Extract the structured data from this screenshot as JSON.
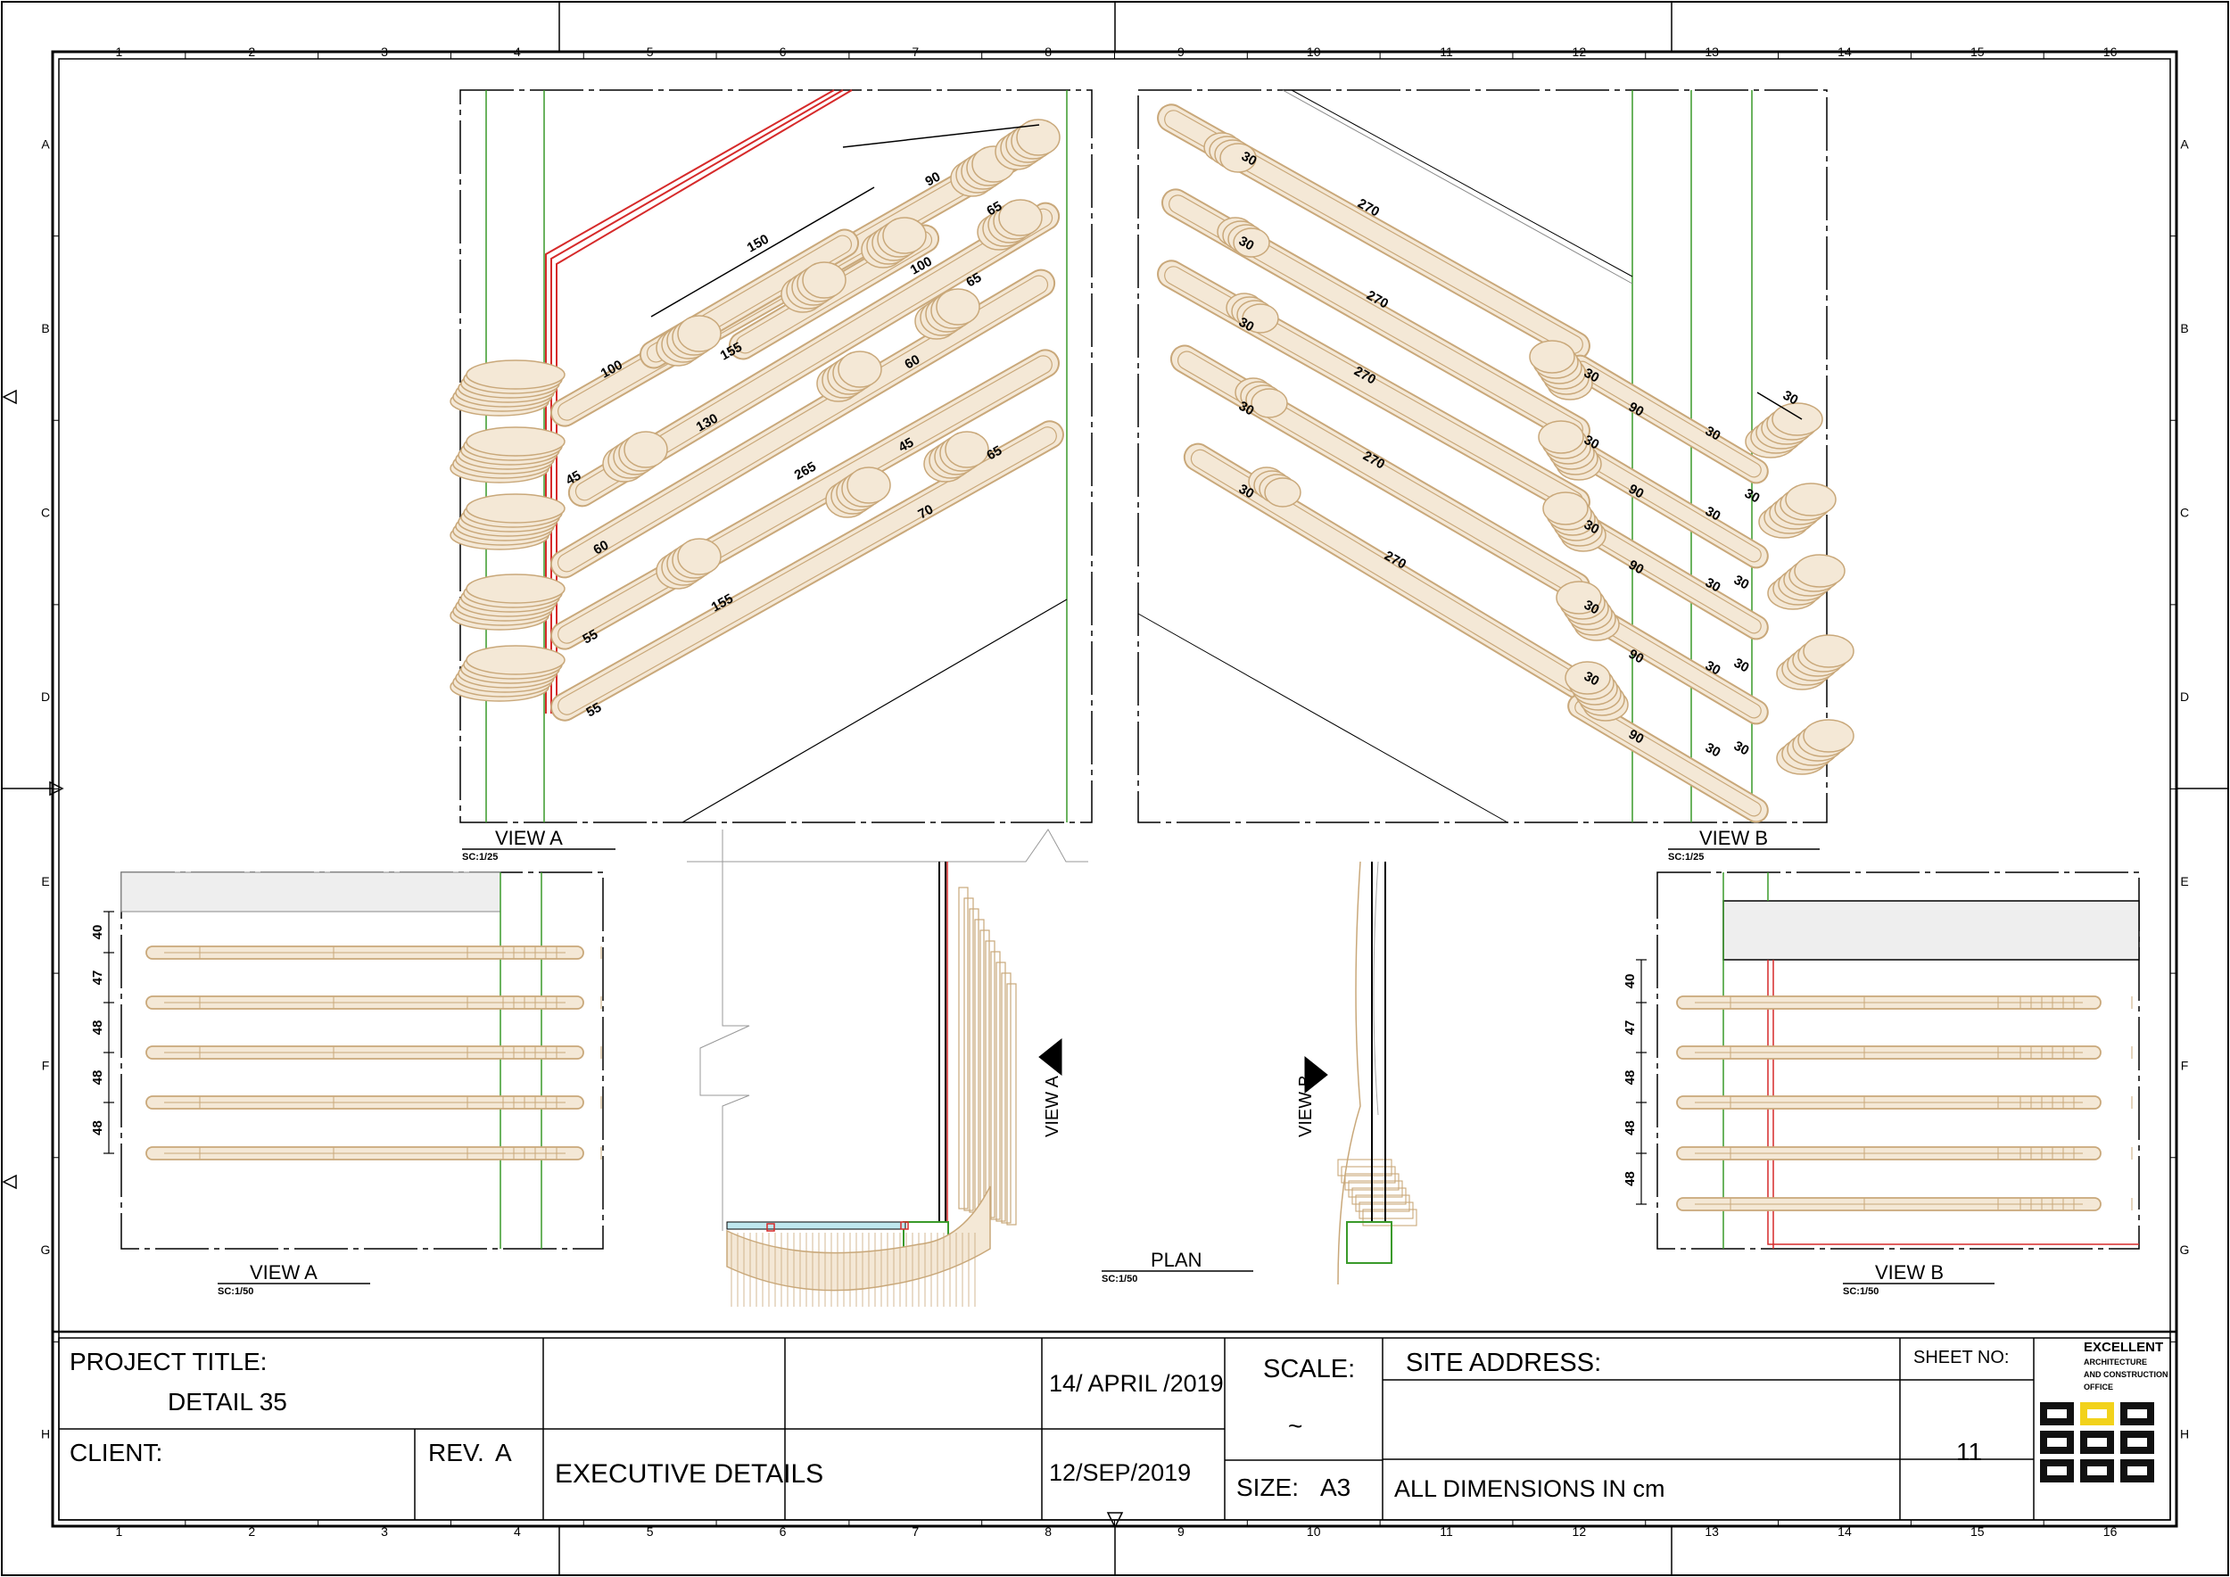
{
  "grid": {
    "columns": [
      "1",
      "2",
      "3",
      "4",
      "5",
      "6",
      "7",
      "8",
      "9",
      "10",
      "11",
      "12",
      "13",
      "14",
      "15",
      "16"
    ],
    "rows": [
      "A",
      "B",
      "C",
      "D",
      "E",
      "F",
      "G",
      "H"
    ]
  },
  "views": {
    "iso_a": {
      "title": "VIEW  A",
      "scale": "SC:1/25",
      "dims": [
        "90",
        "150",
        "65",
        "100",
        "65",
        "100",
        "155",
        "130",
        "60",
        "45",
        "265",
        "45",
        "65",
        "70",
        "60",
        "155",
        "55",
        "55"
      ]
    },
    "iso_b": {
      "title": "VIEW  B",
      "scale": "SC:1/25",
      "dims_long": [
        "270",
        "270",
        "270",
        "270",
        "270"
      ],
      "dims_short": [
        "30",
        "30",
        "30",
        "30",
        "30"
      ],
      "dims_right": [
        "30",
        "90",
        "30",
        "30",
        "90",
        "30",
        "30",
        "90",
        "30",
        "30",
        "90",
        "30",
        "30",
        "90",
        "30",
        "30",
        "30",
        "30",
        "30",
        "30"
      ]
    },
    "elev_a": {
      "title": "VIEW  A",
      "scale": "SC:1/50",
      "spacing": [
        "40",
        "47",
        "48",
        "48",
        "48"
      ]
    },
    "plan": {
      "title": "PLAN",
      "scale": "SC:1/50",
      "arrow_a": "VIEW  A",
      "arrow_b": "VIEW  B"
    },
    "elev_b": {
      "title": "VIEW  B",
      "scale": "SC:1/50",
      "spacing": [
        "40",
        "47",
        "48",
        "48",
        "48"
      ]
    }
  },
  "title_block": {
    "project_title_label": "PROJECT TITLE:",
    "project_title_value": "DETAIL 35",
    "client_label": "CLIENT:",
    "rev_label": "REV.",
    "rev_value": "A",
    "drawing_type": "EXECUTIVE DETAILS",
    "date_1": "14/ APRIL /2019",
    "date_2": "12/SEP/2019",
    "scale_label": "SCALE:",
    "scale_value": "~",
    "size_label": "SIZE:",
    "size_value": "A3",
    "site_address_label": "SITE ADDRESS:",
    "dimensions_note": "ALL DIMENSIONS IN cm",
    "sheet_no_label": "SHEET NO:",
    "sheet_no_value": "11",
    "logo_lines": [
      "EXCELLENT",
      "ARCHITECTURE",
      "AND CONSTRUCTION",
      "OFFICE"
    ]
  },
  "colors": {
    "wood": "#c9a87a",
    "wood_fill": "#f4e8d6",
    "green_line": "#3a9a2a",
    "red_line": "#d62a2a",
    "logo_yellow": "#f2d21b"
  }
}
